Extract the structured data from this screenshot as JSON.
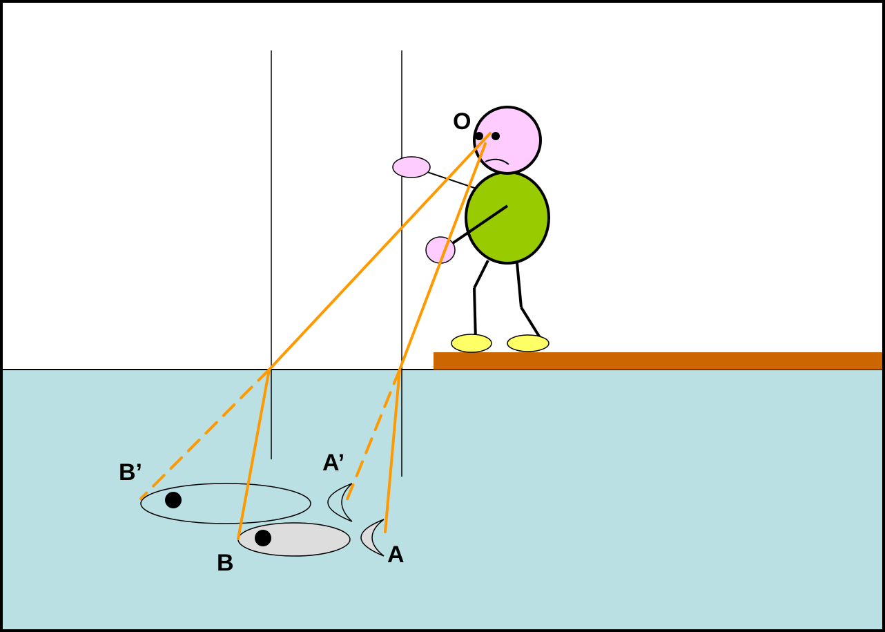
{
  "labels": {
    "eye": "O",
    "fish_real_tail": "A",
    "fish_real_head": "B",
    "fish_image_tail": "A’",
    "fish_image_head": "B’"
  },
  "colors": {
    "border": "#000000",
    "air": "#ffffff",
    "water": "#bbe0e3",
    "dock": "#cc6600",
    "ray": "#ff9900",
    "head": "#ffccff",
    "hand": "#ffccff",
    "body": "#99cc00",
    "shoe": "#ffff66",
    "fish_real": "#dddddd",
    "fish_image": "#bbe0e3"
  },
  "icons": {
    "observer": "person-icon",
    "fish": "fish-icon"
  }
}
